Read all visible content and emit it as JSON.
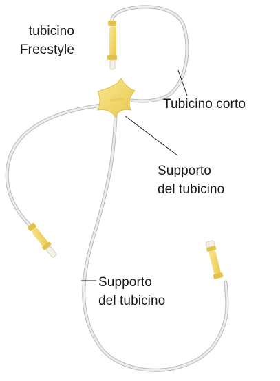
{
  "labels": {
    "freestyle_tubing": {
      "line1": "tubicino",
      "line2": "Freestyle"
    },
    "short_tubing": {
      "line1": "Tubicino corto"
    },
    "tubing_support_upper": {
      "line1": "Supporto",
      "line2": "del tubicino"
    },
    "tubing_support_lower": {
      "line1": "Supporto",
      "line2": "del tubicino"
    }
  },
  "connector_logo_text": "medela",
  "colors": {
    "tubing": "#e6e6e6",
    "tubing_edge": "#b9b9b9",
    "connector_yellow": "#f3d96e",
    "connector_yellow_dark": "#e3c24b",
    "connector_tip": "#f5f1e4",
    "leader_line": "#1a1a1a",
    "text": "#1a1a1a"
  }
}
